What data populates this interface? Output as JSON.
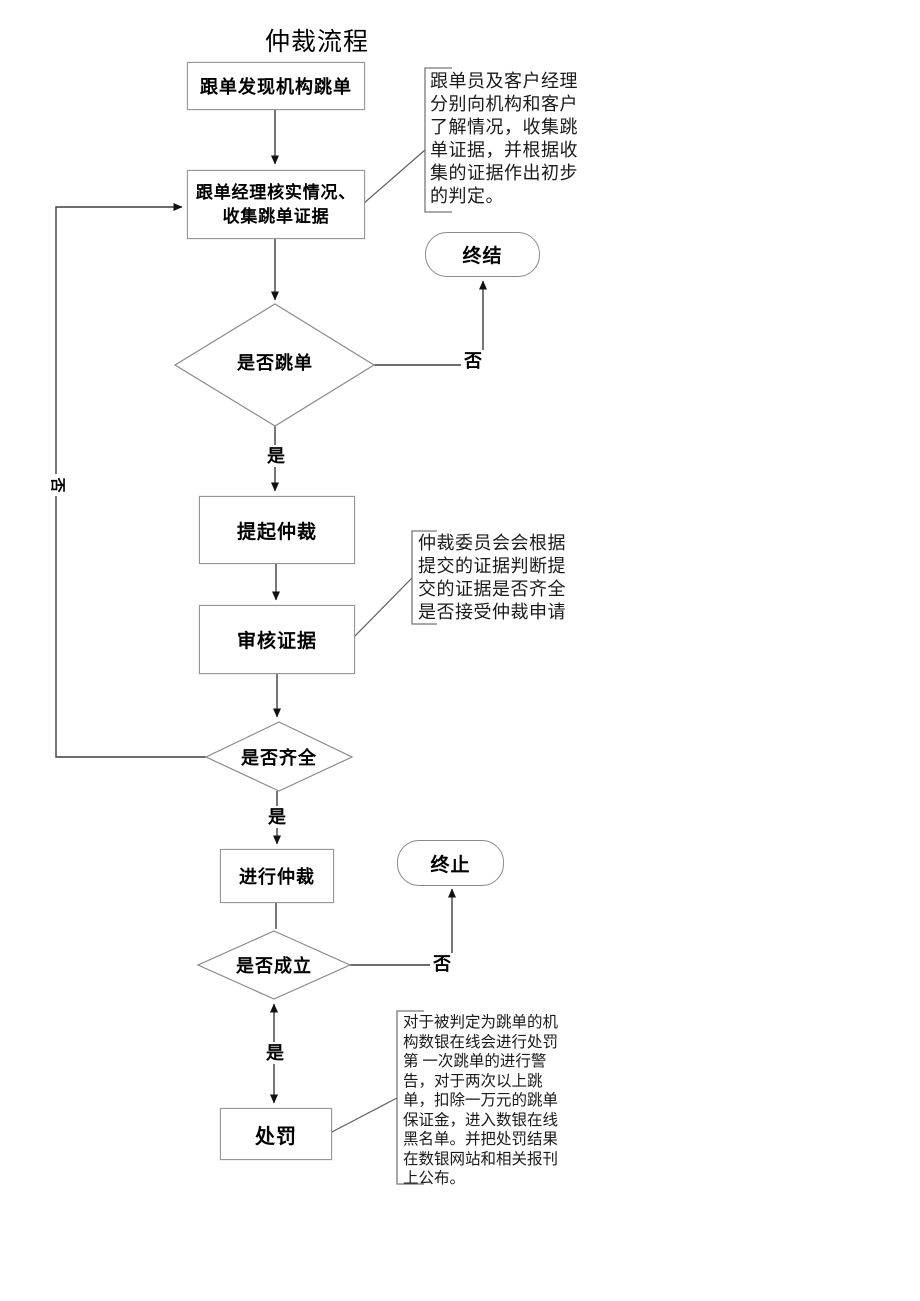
{
  "page": {
    "title": "仲裁流程"
  },
  "colors": {
    "background": "#ffffff",
    "node_border": "#969696",
    "shape_border": "#8a8a8a",
    "connector": "#3d3d3d",
    "leader": "#606060",
    "arrowhead": "#111111",
    "text": "#000000"
  },
  "nodes": {
    "discover": {
      "label": "跟单发现机构跳单"
    },
    "verify": {
      "label": "跟单经理核实情况、\n收集跳单证据"
    },
    "terminate1": {
      "label": "终结"
    },
    "decision_skip": {
      "label": "是否跳单"
    },
    "raise": {
      "label": "提起仲裁"
    },
    "review": {
      "label": "审核证据"
    },
    "decision_complete": {
      "label": "是否齐全"
    },
    "arbitrate": {
      "label": "进行仲裁"
    },
    "terminate2": {
      "label": "终止"
    },
    "decision_valid": {
      "label": "是否成立"
    },
    "punish": {
      "label": "处罚"
    }
  },
  "edge_labels": {
    "yes": "是",
    "no": "否"
  },
  "annotations": {
    "collect": {
      "text": "跟单员及客户经理\n分别向机构和客户\n了解情况，收集跳\n单证据，并根据收\n集的证据作出初步\n的判定。"
    },
    "committee": {
      "text": "仲裁委员会会根据\n提交的证据判断提\n交的证据是否齐全\n是否接受仲裁申请"
    },
    "punishment": {
      "text": "对于被判定为跳单的机\n构数银在线会进行处罚\n第 一次跳单的进行警\n告，对于两次以上跳\n单，扣除一万元的跳单\n保证金，进入数银在线\n黑名单。并把处罚结果\n在数银网站和相关报刊\n上公布。"
    }
  }
}
